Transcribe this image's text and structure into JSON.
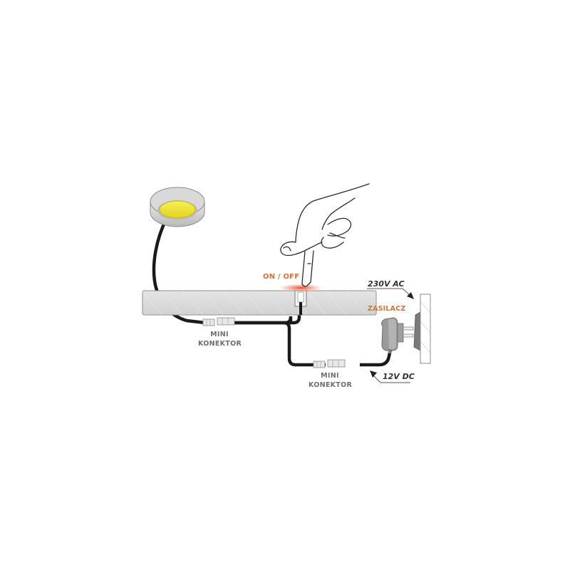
{
  "diagram": {
    "title": "LED cabinet light with touch switch wiring",
    "labels": {
      "switch": "ON / OFF",
      "connector_1_line1": "MINI",
      "connector_1_line2": "KONEKTOR",
      "connector_2_line1": "MINI",
      "connector_2_line2": "KONEKTOR",
      "mains": "230V AC",
      "power_supply": "ZASILACZ",
      "low_voltage": "12V DC"
    },
    "components": [
      {
        "id": "led-puck-light",
        "icon": "led-light-icon"
      },
      {
        "id": "hand-pressing",
        "icon": "hand-pointer-icon"
      },
      {
        "id": "touch-switch",
        "icon": "touch-switch-icon"
      },
      {
        "id": "shelf",
        "icon": "shelf-panel"
      },
      {
        "id": "mini-connector-1",
        "icon": "connector-icon"
      },
      {
        "id": "mini-connector-2",
        "icon": "connector-icon"
      },
      {
        "id": "power-adapter",
        "icon": "power-plug-icon"
      },
      {
        "id": "wall-socket",
        "icon": "wall-socket-icon"
      }
    ],
    "colors": {
      "led": "#f2e532",
      "housing": "#c8c8c8",
      "shelf": "#d9d9d9",
      "cable": "#1a1a1a",
      "glow": "#e8603a",
      "accent_text": "#d8703a",
      "gray_text": "#6e6e6e"
    }
  }
}
